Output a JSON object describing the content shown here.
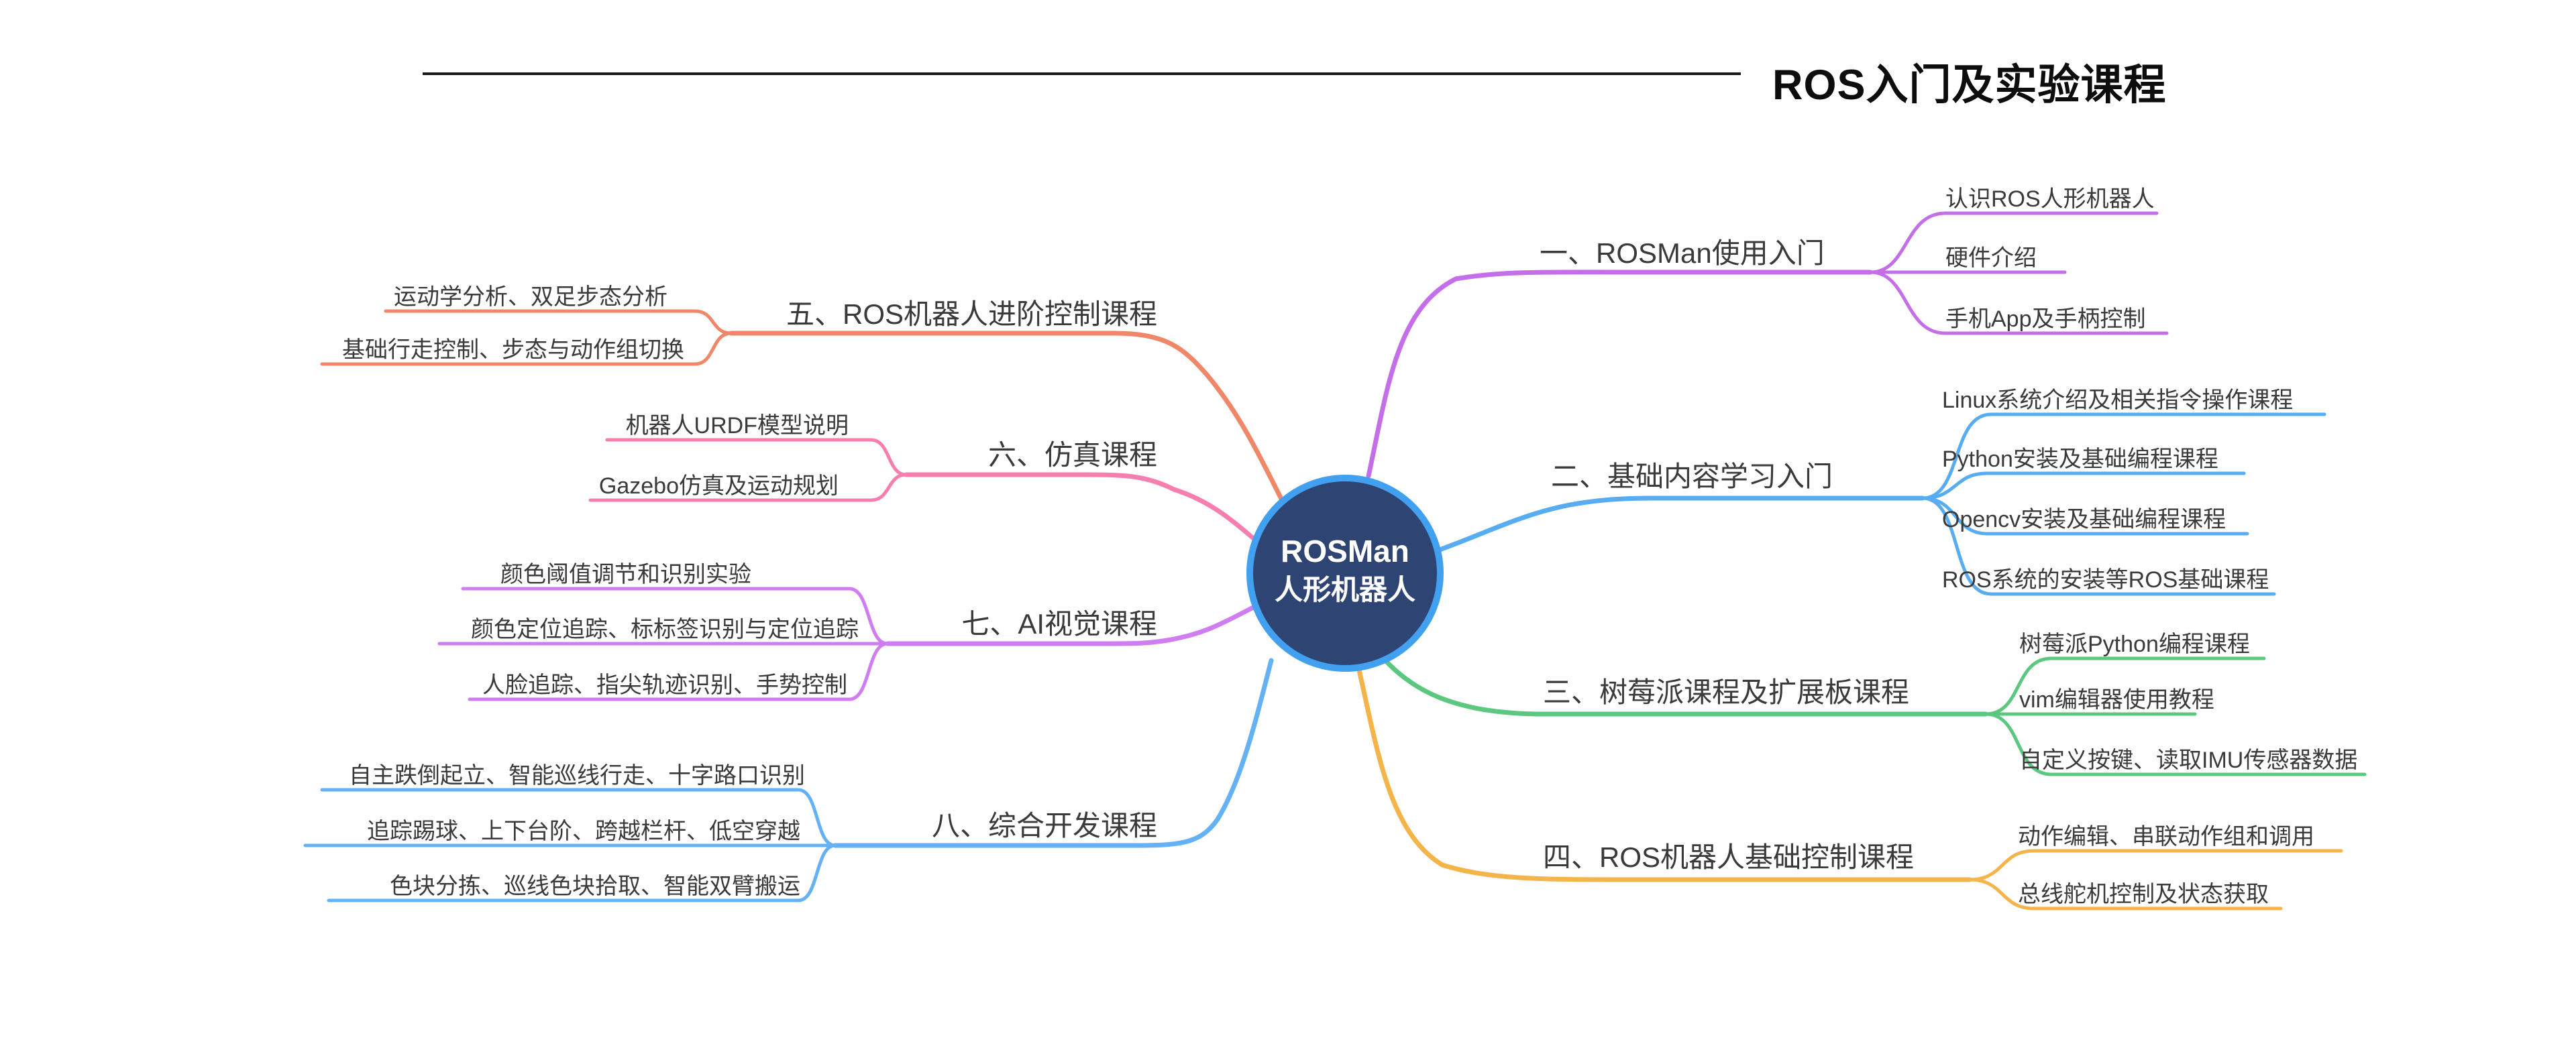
{
  "title": "ROS入门及实验课程",
  "node": {
    "line1": "ROSMan",
    "line2": "人形机器人",
    "fill": "#2E4472",
    "border": "#41A0F0"
  },
  "rule_color": "#1a1a1a",
  "branches": [
    {
      "label": "一、ROSMan使用入门",
      "color": "#C46FE9",
      "children": [
        "认识ROS人形机器人",
        "硬件介绍",
        "手机App及手柄控制"
      ]
    },
    {
      "label": "二、基础内容学习入门",
      "color": "#57ACF2",
      "children": [
        "Linux系统介绍及相关指令操作课程",
        "Python安装及基础编程课程",
        "Opencv安装及基础编程课程",
        "ROS系统的安装等ROS基础课程"
      ]
    },
    {
      "label": "三、树莓派课程及扩展板课程",
      "color": "#5CC87F",
      "children": [
        "树莓派Python编程课程",
        "vim编辑器使用教程",
        "自定义按键、读取IMU传感器数据"
      ]
    },
    {
      "label": "四、ROS机器人基础控制课程",
      "color": "#F5B44A",
      "children": [
        "动作编辑、串联动作组和调用",
        "总线舵机控制及状态获取"
      ]
    },
    {
      "label": "五、ROS机器人进阶控制课程",
      "color": "#EF8768",
      "children": [
        "运动学分析、双足步态分析",
        "基础行走控制、步态与动作组切换"
      ]
    },
    {
      "label": "六、仿真课程",
      "color": "#F77FB0",
      "children": [
        "机器人URDF模型说明",
        "Gazebo仿真及运动规划"
      ]
    },
    {
      "label": "七、AI视觉课程",
      "color": "#CF7DF0",
      "children": [
        "颜色阈值调节和识别实验",
        "颜色定位追踪、标标签识别与定位追踪",
        "人脸追踪、指尖轨迹识别、手势控制"
      ]
    },
    {
      "label": "八、综合开发课程",
      "color": "#64B2F5",
      "children": [
        "自主跌倒起立、智能巡线行走、十字路口识别",
        "追踪踢球、上下台阶、跨越栏杆、低空穿越",
        "色块分拣、巡线色块拾取、智能双臂搬运"
      ]
    }
  ]
}
